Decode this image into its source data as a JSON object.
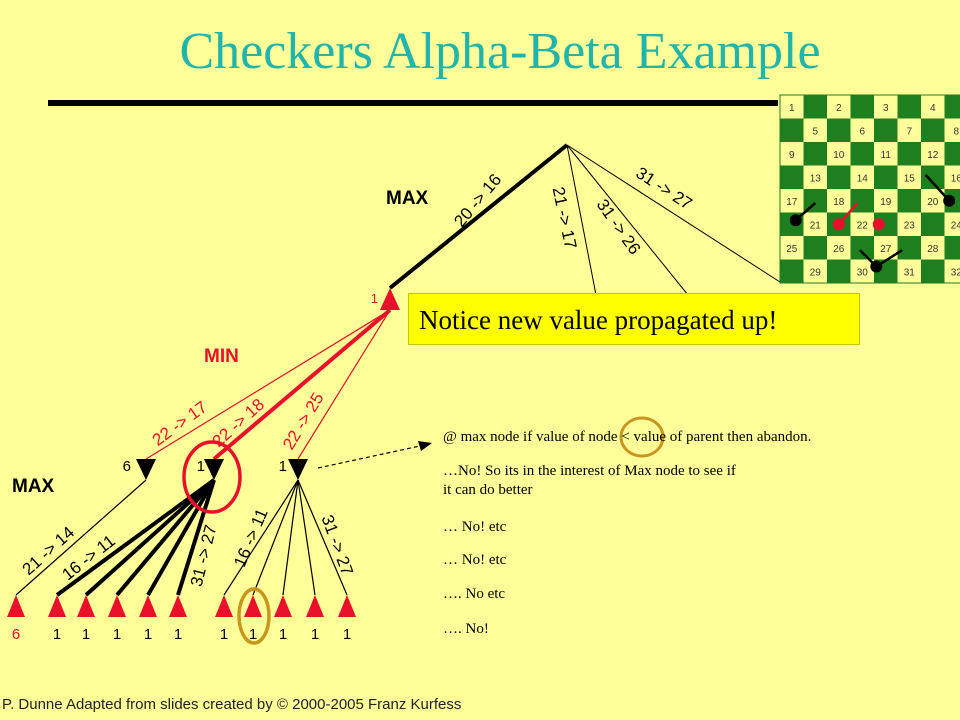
{
  "title": "Checkers Alpha-Beta Example",
  "callout": "Notice  new value propagated up!",
  "levels": {
    "max_top": "MAX",
    "min": "MIN",
    "max_bottom": "MAX"
  },
  "root_moves": [
    "20 -> 16",
    "21 -> 17",
    "31 -> 26",
    "31 -> 27"
  ],
  "min_node_value": "1",
  "min_moves": [
    "22 -> 17",
    "22 -> 18",
    "22 -> 25"
  ],
  "max_node_values": [
    "6",
    "1",
    "1"
  ],
  "leaf_moves": [
    "21 -> 14",
    "16 -> 11",
    "31 -> 27",
    "16 -> 11",
    "31 -> 27"
  ],
  "leaf_values": [
    "6",
    "1",
    "1",
    "1",
    "1",
    "1",
    "1",
    "1",
    "1",
    "1",
    "1"
  ],
  "notes": [
    "@ max node if value of node < value of parent then abandon.",
    "…No! So its in the interest of Max node to see if it can do better",
    "… No! etc",
    "… No! etc",
    "…. No etc",
    "…. No!"
  ],
  "board_numbers": [
    "1",
    "2",
    "3",
    "4",
    "5",
    "6",
    "7",
    "8",
    "9",
    "10",
    "11",
    "12",
    "13",
    "14",
    "15",
    "16",
    "17",
    "18",
    "19",
    "20",
    "21",
    "22",
    "23",
    "24",
    "25",
    "26",
    "27",
    "28",
    "29",
    "30",
    "31",
    "32"
  ],
  "footer": "P. Dunne  Adapted from slides created by © 2000-2005 Franz Kurfess",
  "colors": {
    "background": "#FFFF99",
    "title": "#1FB5AC",
    "red": "#E8102A",
    "callout": "#FFFF00",
    "board_dark": "#1E7F1E",
    "highlight": "#C8961E"
  }
}
